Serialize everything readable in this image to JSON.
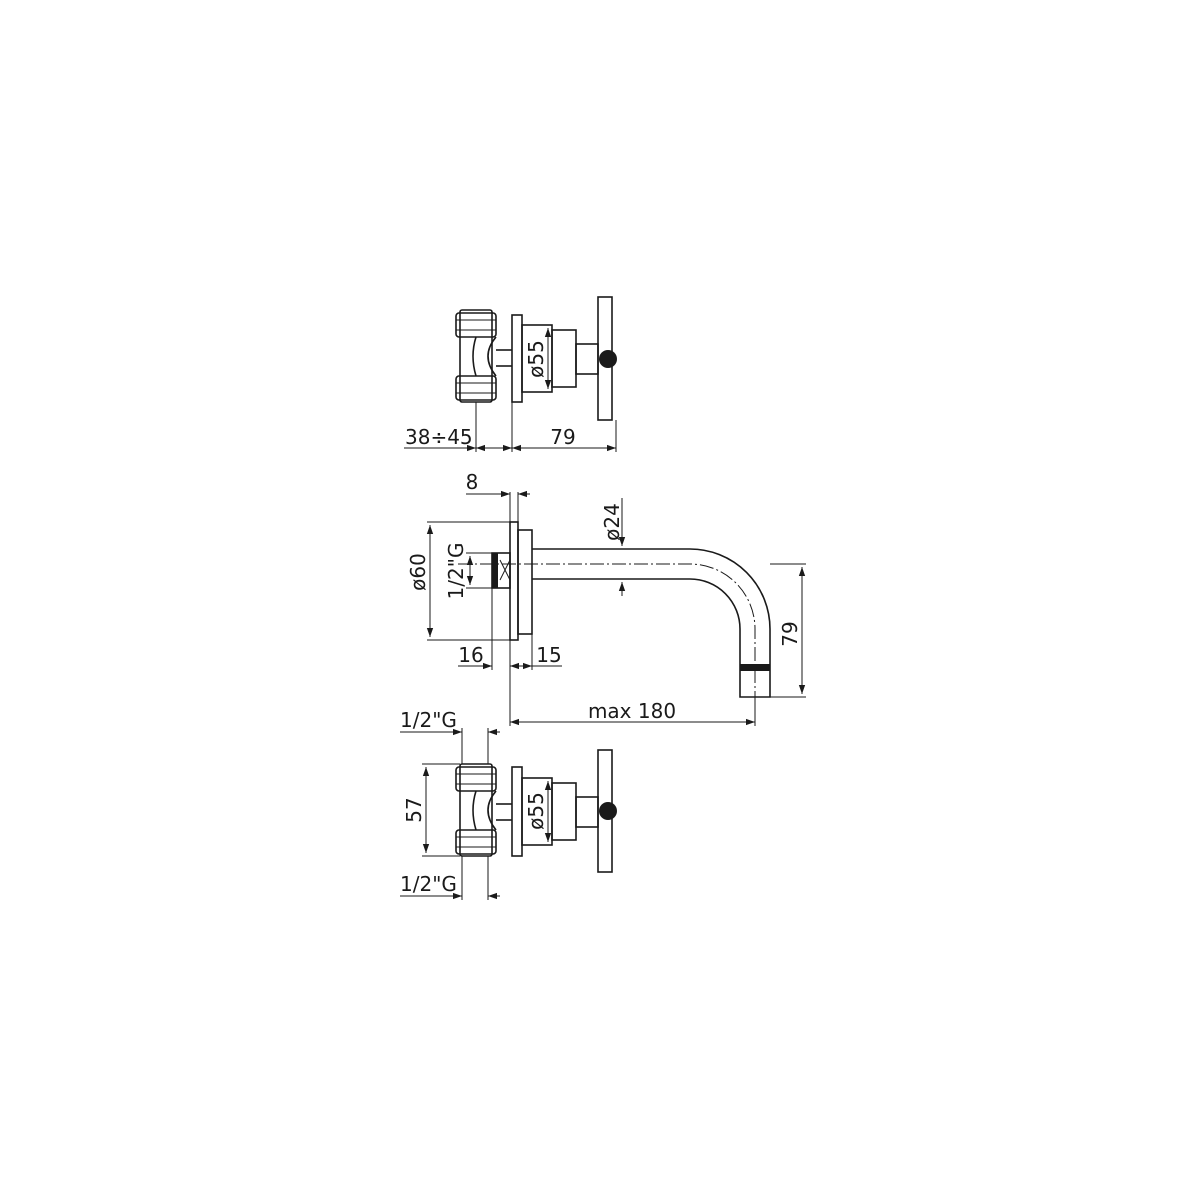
{
  "top_view": {
    "dim_wall_depth": "38÷45",
    "dim_handle_depth": "79",
    "dim_flange_diameter": "ø55"
  },
  "side_view": {
    "dim_flange_thickness": "8",
    "dim_flange_diameter": "ø60",
    "dim_thread": "1/2\"G",
    "dim_spout_diameter": "ø24",
    "dim_spout_height": "79",
    "dim_left_offset": "16",
    "dim_right_offset": "15",
    "dim_spout_reach": "max 180"
  },
  "bottom_view": {
    "dim_thread_top": "1/2\"G",
    "dim_height": "57",
    "dim_flange_diameter": "ø55",
    "dim_thread_bottom": "1/2\"G"
  }
}
